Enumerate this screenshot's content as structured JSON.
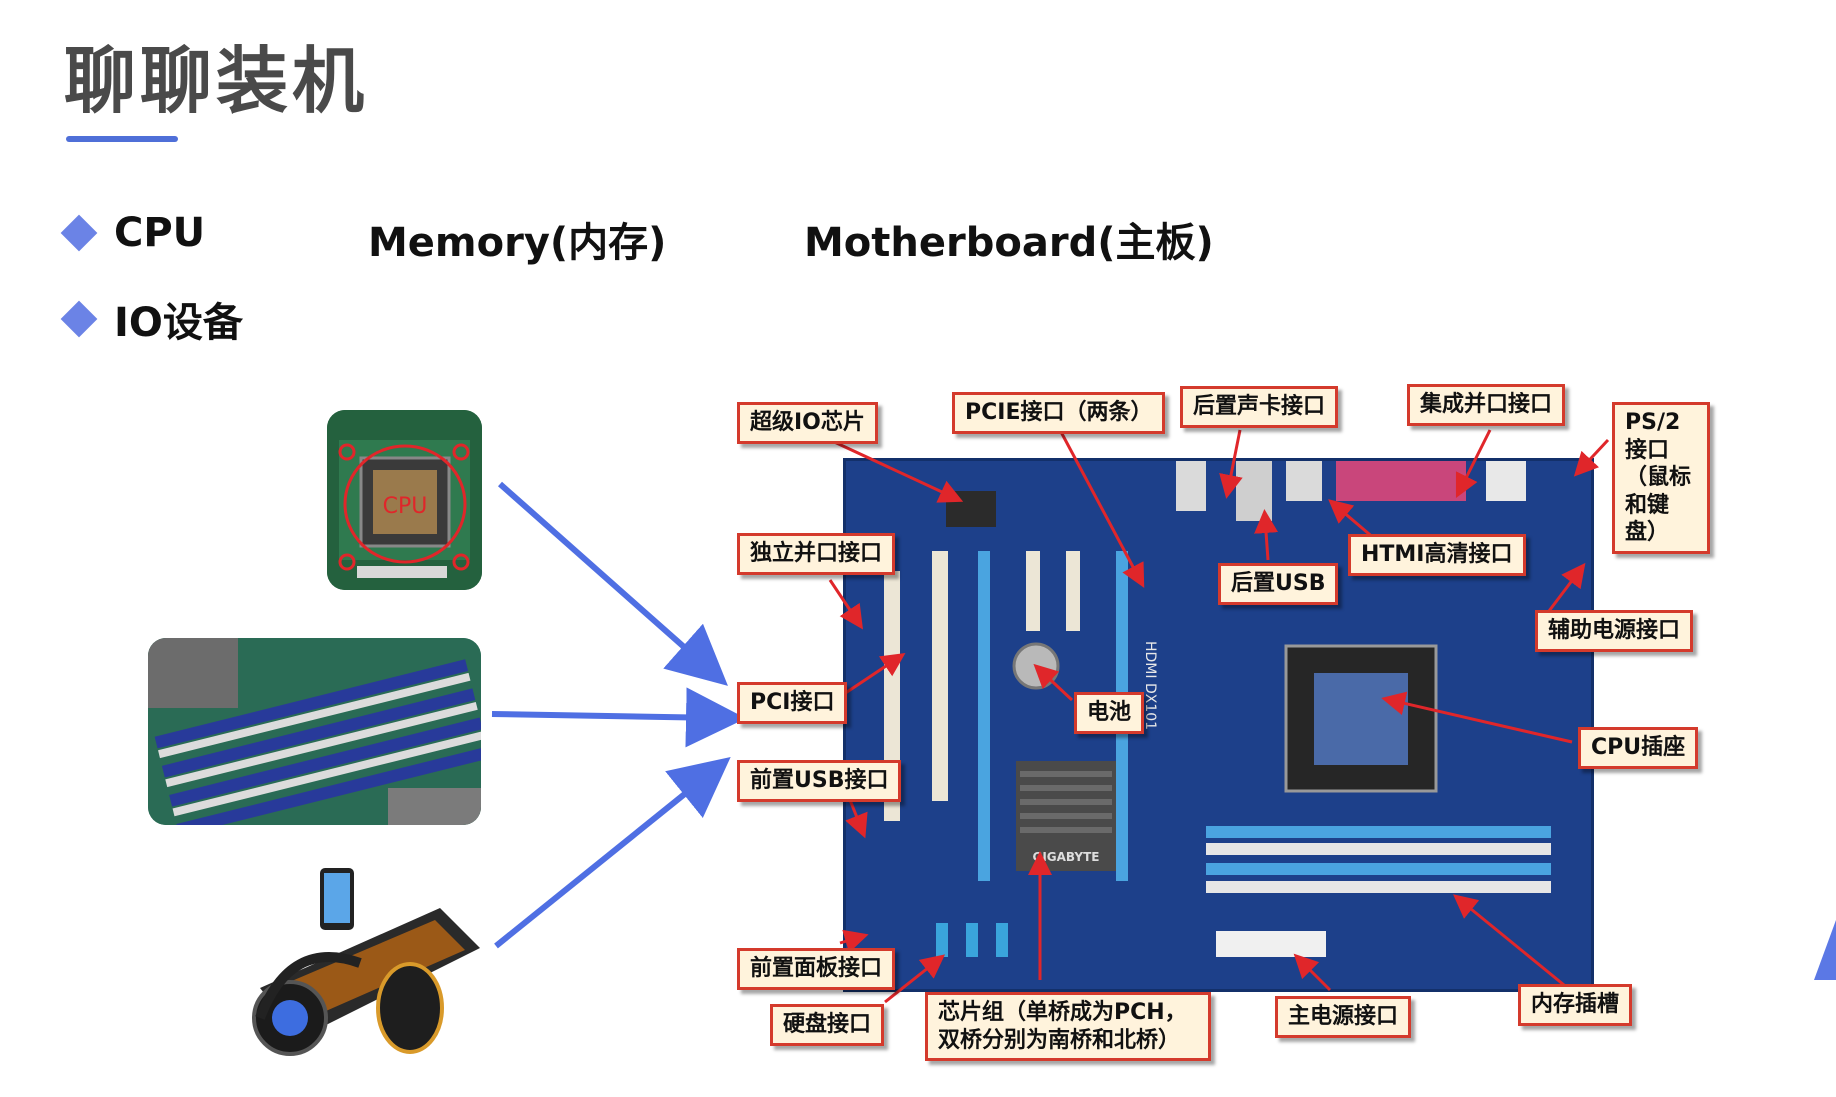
{
  "title": "聊聊装机",
  "bullets": {
    "row1": [
      "CPU",
      "Memory(内存)",
      "Motherboard(主板)"
    ],
    "row2": "IO设备"
  },
  "photos": {
    "cpu_text": "CPU"
  },
  "board": {
    "brand": "GIGABYTE",
    "model": "HDMI DX101"
  },
  "labels": {
    "superio": "超级IO芯片",
    "pcie": "PCIE接口（两条）",
    "rear_audio": "后置声卡接口",
    "parallel_int": "集成并口接口",
    "ps2": "PS/2接口（鼠标和键盘）",
    "indep_parallel": "独立并口接口",
    "rear_usb": "后置USB",
    "hdmi": "HTMI高清接口",
    "aux_power": "辅助电源接口",
    "pci": "PCI接口",
    "battery": "电池",
    "cpu_socket": "CPU插座",
    "front_usb": "前置USB接口",
    "front_panel": "前置面板接口",
    "hdd": "硬盘接口",
    "chipset": "芯片组（单桥成为PCH，双桥分别为南桥和北桥）",
    "main_power": "主电源接口",
    "memory_slot": "内存插槽"
  },
  "colors": {
    "accent": "#4f6fd8",
    "diamond": "#6b83e6",
    "label_border": "#d43a2c",
    "label_bg": "#fff3dc",
    "board": "#1c3f86"
  }
}
